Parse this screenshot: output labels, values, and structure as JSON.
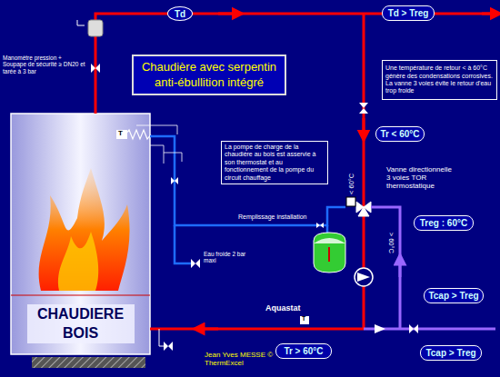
{
  "diagram": {
    "nodes": [
      {
        "text": [
          "Td"
        ]
      },
      {
        "text": [
          "Td > Treg"
        ]
      },
      {
        "text": [
          "Chaudière avec serpentin anti-ébullition intégré"
        ]
      },
      {
        "text": [
          "Une température de retour < à 60°C génère des condensations corrosives. La vanne 3 voies évite le retour d'eau trop froide"
        ]
      },
      {
        "text": [
          "La pompe de charge de la chaudière au bois est asservie à son thermostat et au fonctionnement de la pompe du circuit chauffage"
        ]
      },
      {
        "text": [
          "Tr < 60°C"
        ]
      },
      {
        "text": [
          "Treg : 60°C"
        ]
      },
      {
        "text": [
          "Tcap > Treg"
        ]
      },
      {
        "text": [
          "CHAUDIERE BOIS"
        ]
      },
      {
        "text": [
          "Tr > 60°C"
        ]
      },
      {
        "text": [
          "Tcap > Treg"
        ]
      }
    ],
    "labels": [
      "Manomètre pression + Soupape de sécurité ≥ DN20 et tarée à 3 bar",
      "T",
      "< 60°C",
      "Vanne directionnelle 3 voies TOR thermostatique",
      "Remplissage installation",
      "> 60°C",
      "Eau froide 2 bar maxi",
      "Aquastat",
      "T",
      "Jean Yves MESSE © ThermExcel"
    ]
  }
}
